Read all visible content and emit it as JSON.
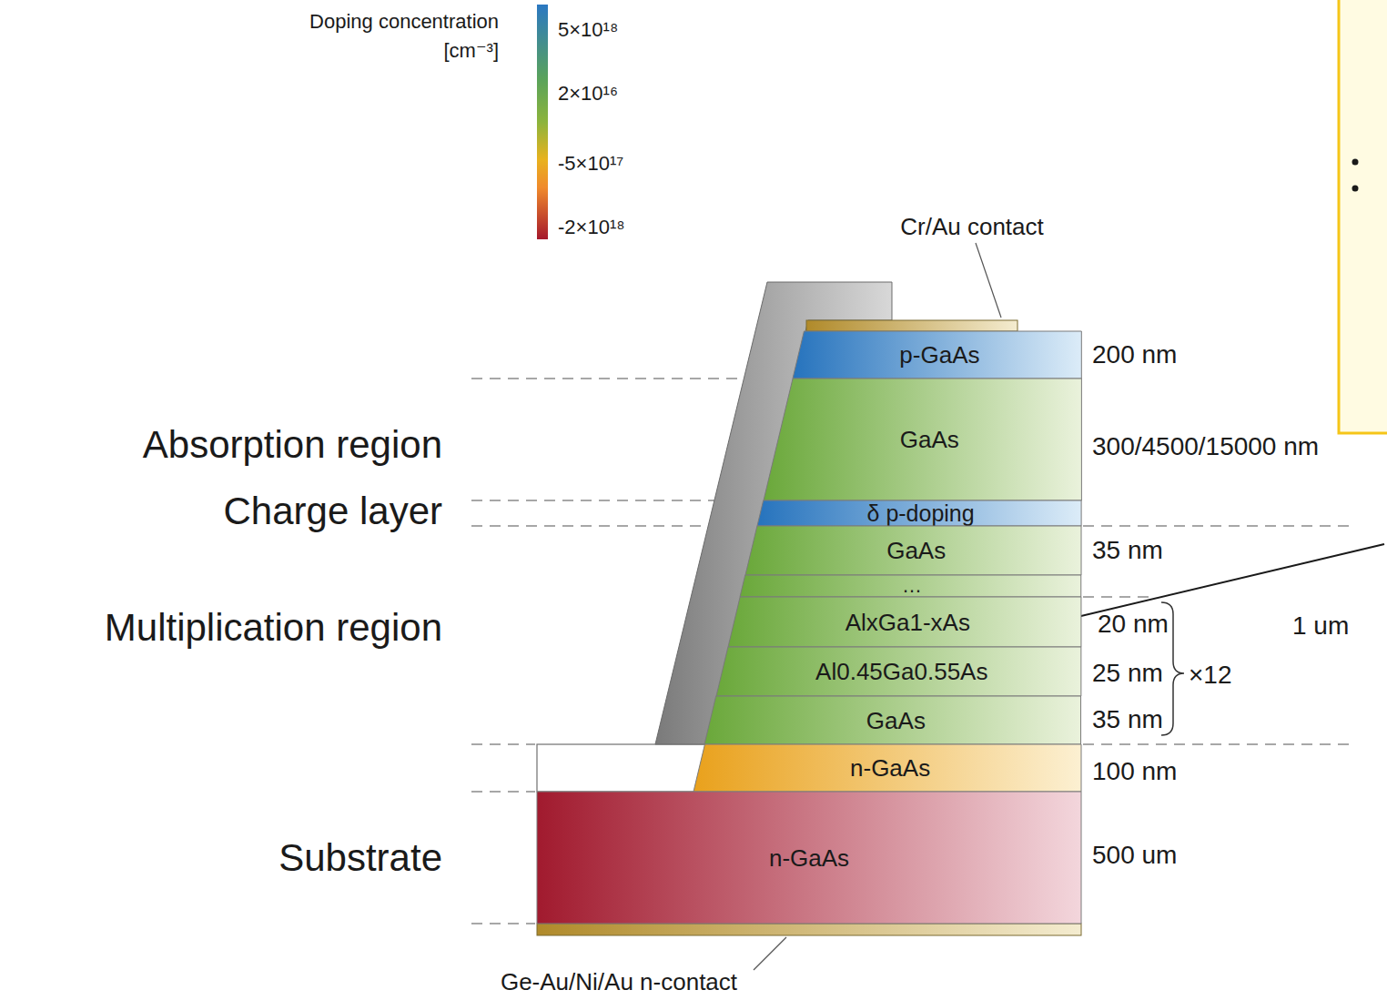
{
  "diagram": {
    "nodes": [
      {
        "text": [
          "p-GaAs"
        ]
      },
      {
        "text": [
          "GaAs"
        ]
      },
      {
        "text": [
          "δ p-doping"
        ]
      },
      {
        "text": [
          "GaAs"
        ]
      },
      {
        "text": [
          "…"
        ]
      },
      {
        "text": [
          "AlxGa1-xAs"
        ]
      },
      {
        "text": [
          "Al0.45Ga0.55As"
        ]
      },
      {
        "text": [
          "GaAs"
        ]
      },
      {
        "text": [
          "n-GaAs"
        ]
      },
      {
        "text": [
          "n-GaAs"
        ]
      }
    ],
    "labels": [
      "Doping concentration [cm⁻³]",
      "5×10¹⁸",
      "2×10¹⁶",
      "-5×10¹⁷",
      "-2×10¹⁸",
      "Cr/Au contact",
      "Absorption region",
      "Charge layer",
      "Multiplication region",
      "Substrate",
      "200 nm",
      "300/4500/15000 nm",
      "35 nm",
      "20 nm",
      "1 um",
      "25 nm",
      "×12",
      "35 nm",
      "100 nm",
      "500 um",
      "Ge-Au/Ni/Au n-contact"
    ]
  }
}
